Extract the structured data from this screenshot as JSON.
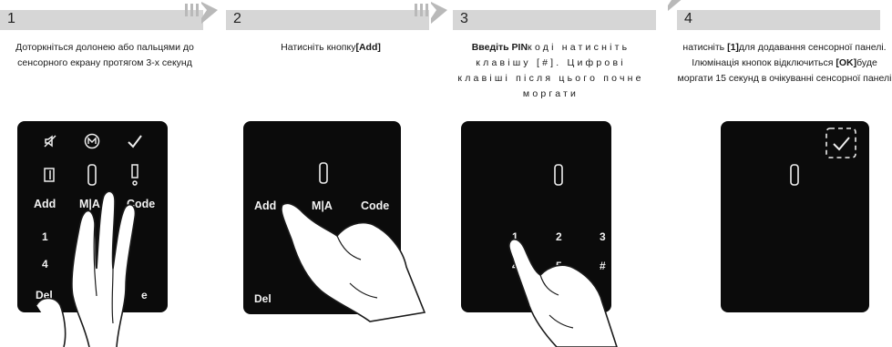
{
  "steps": [
    {
      "number": "1",
      "text": "Доторкніться долонею або пальцями до сенсорного екрану протягом 3-х секунд",
      "keys": {
        "add": "Add",
        "ma": "M|A",
        "code": "Code",
        "k1": "1",
        "k4": "4",
        "del": "Del",
        "e": "e"
      }
    },
    {
      "number": "2",
      "text_before": "Натисніть кнопку",
      "text_bold": "[Add]",
      "keys": {
        "add": "Add",
        "ma": "M|A",
        "code": "Code",
        "del": "Del"
      }
    },
    {
      "number": "3",
      "text_bold": "Введіть PIN",
      "text_after": "коді натисніть клавішу [#]. Цифрові клавіші після цього почне моргати",
      "keys": {
        "k1": "1",
        "k2": "2",
        "k3": "3",
        "k4": "4",
        "k5": "5",
        "hash": "#"
      }
    },
    {
      "number": "4",
      "text_a": "натисніть ",
      "text_b": "[1]",
      "text_c": "для додавання сенсорної панелі. Ілюмінація кнопок відключиться ",
      "text_d": "[OK]",
      "text_e": "буде моргати 15 секунд в очікуванні сенсорної панелі"
    }
  ],
  "colors": {
    "bar": "#d6d6d6",
    "arrow": "#b9b9b9",
    "panel": "#0b0b0b",
    "key_text": "#f2f2f2"
  },
  "icons": [
    "mute-icon",
    "menu-m-icon",
    "check-icon",
    "door-icon",
    "lock-icon",
    "alert-icon",
    "hand-icon",
    "finger-icon",
    "dashed-check-icon"
  ]
}
